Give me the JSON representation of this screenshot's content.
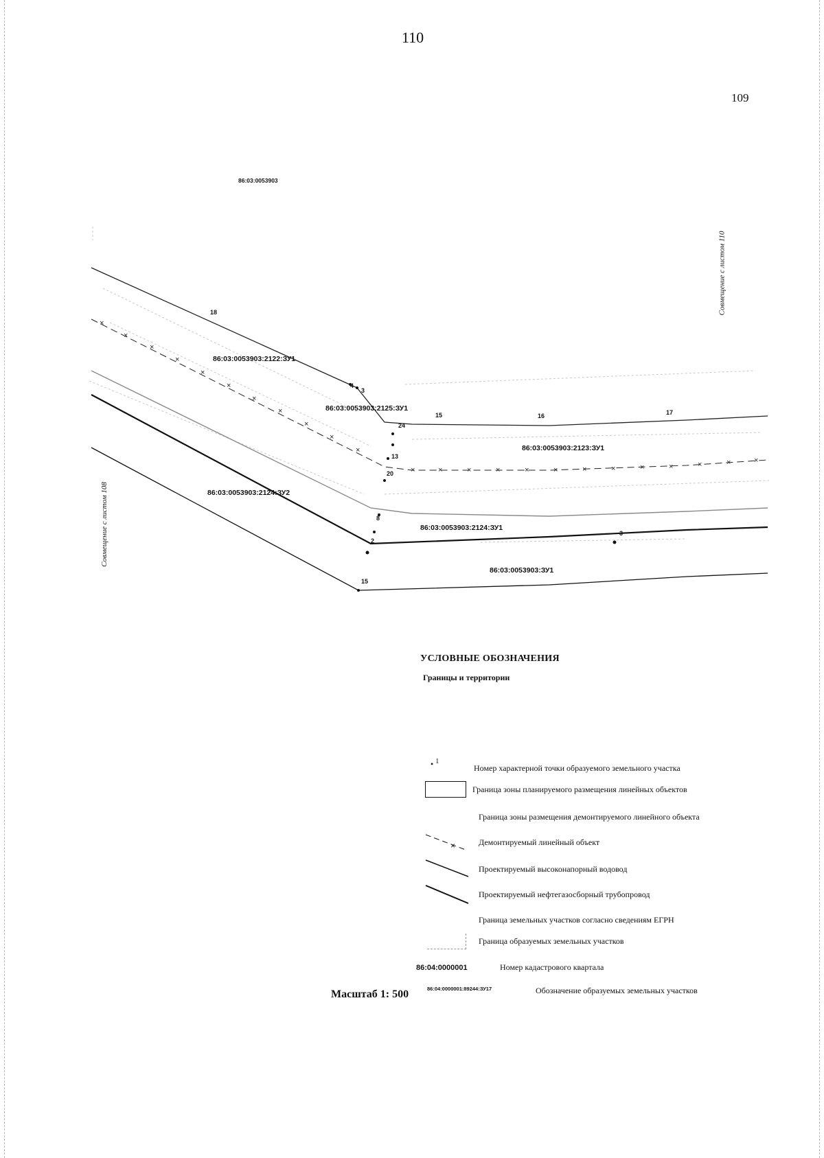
{
  "page": {
    "number": "110"
  },
  "sheet_ref": "109",
  "map": {
    "quarter_label": "86:03:0053903",
    "side_label_right": "Совмещение с листом 110",
    "side_label_left": "Совмещение с листом 108",
    "parcels": [
      "86:03:0053903:2122:ЗУ1",
      "86:03:0053903:2125:ЗУ1",
      "86:03:0053903:2123:ЗУ1",
      "86:03:0053903:2124:ЗУ2",
      "86:03:0053903:2124:ЗУ1",
      "86:03:0053903:ЗУ1"
    ],
    "points": [
      "18",
      "4",
      "3",
      "15",
      "16",
      "17",
      "24",
      "13",
      "20",
      "8",
      "2",
      "3",
      "15"
    ]
  },
  "legend": {
    "title": "УСЛОВНЫЕ ОБОЗНАЧЕНИЯ",
    "subtitle": "Границы и территории",
    "items": [
      {
        "symbol": "point",
        "symbol_text": "1",
        "text": "Номер характерной точки образуемого земельного участка"
      },
      {
        "symbol": "rect",
        "text": "Граница зоны планируемого размещения линейных объектов"
      },
      {
        "symbol": "none",
        "text": "Граница зоны размещения демонтируемого линейного объекта"
      },
      {
        "symbol": "x-line",
        "text": "Демонтируемый линейный объект"
      },
      {
        "symbol": "line",
        "text": "Проектируемый высоконапорный водовод"
      },
      {
        "symbol": "line",
        "text": "Проектируемый нефтегазосборный трубопровод"
      },
      {
        "symbol": "none",
        "text": "Граница земельных участков согласно сведениям ЕГРН"
      },
      {
        "symbol": "dashed",
        "text": "Граница образуемых земельных участков"
      },
      {
        "symbol": "code",
        "symbol_text": "86:04:0000001",
        "text": "Номер кадастрового квартала"
      },
      {
        "symbol": "code-small",
        "symbol_text": "86:04:0000001:89244:ЗУ17",
        "text": "Обозначение образуемых земельных участков"
      }
    ]
  },
  "scale": "Масштаб 1: 500",
  "colors": {
    "ink": "#111111",
    "faint": "#9a9a9a",
    "paper": "#ffffff"
  }
}
